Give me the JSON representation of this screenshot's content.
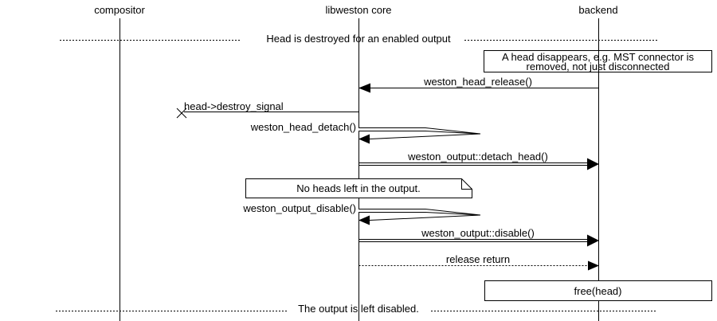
{
  "colors": {
    "ink": "#000000",
    "paper": "#ffffff"
  },
  "actors": [
    {
      "label": "compositor"
    },
    {
      "label": "libweston core"
    },
    {
      "label": "backend"
    }
  ],
  "dividers": {
    "top": {
      "label": "Head is destroyed for an enabled output"
    },
    "bottom": {
      "label": "The output is left disabled."
    }
  },
  "notes": {
    "head_disappears": {
      "line1": "A head disappears, e.g. MST connector is",
      "line2": "removed, not just disconnected"
    },
    "no_heads": {
      "text": "No heads left in the output."
    },
    "free_head": {
      "text": "free(head)"
    }
  },
  "messages": {
    "head_release": {
      "label": "weston_head_release()"
    },
    "destroy_signal": {
      "label": "head->destroy_signal"
    },
    "head_detach": {
      "label": "weston_head_detach()"
    },
    "detach_head": {
      "label": "weston_output::detach_head()"
    },
    "output_disable_fn": {
      "label": "weston_output_disable()"
    },
    "output_disable_method": {
      "label": "weston_output::disable()"
    },
    "release_return": {
      "label": "release return"
    }
  }
}
